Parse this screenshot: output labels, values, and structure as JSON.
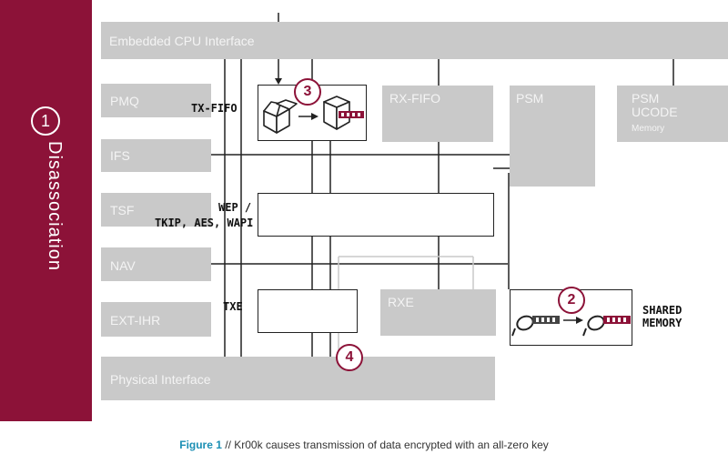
{
  "sidebar": {
    "step_number": "1",
    "label": "Disassociation"
  },
  "blocks": {
    "cpu_interface": "Embedded CPU Interface",
    "pmq": "PMQ",
    "ifs": "IFS",
    "tsf": "TSF",
    "nav": "NAV",
    "ext_ihr": "EXT-IHR",
    "rx_fifo": "RX-FIFO",
    "psm": "PSM",
    "psm_ucode": "PSM\nUCODE",
    "psm_ucode_sub": "Memory",
    "rxe": "RXE",
    "physical_interface": "Physical Interface"
  },
  "labels": {
    "tx_fifo": "TX-FIFO",
    "wep": "WEP /",
    "wep2": "TKIP, AES, WAPI",
    "txe": "TXE",
    "shared_memory": "SHARED",
    "shared_memory2": "MEMORY"
  },
  "steps": {
    "s2": "2",
    "s3": "3",
    "s4": "4"
  },
  "colors": {
    "accent": "#8c1238",
    "block": "#c9c9c9",
    "caption_link": "#1b8fb4"
  },
  "caption": {
    "figure": "Figure 1",
    "text": " // Kr00k causes transmission of data encrypted with an all-zero key"
  }
}
